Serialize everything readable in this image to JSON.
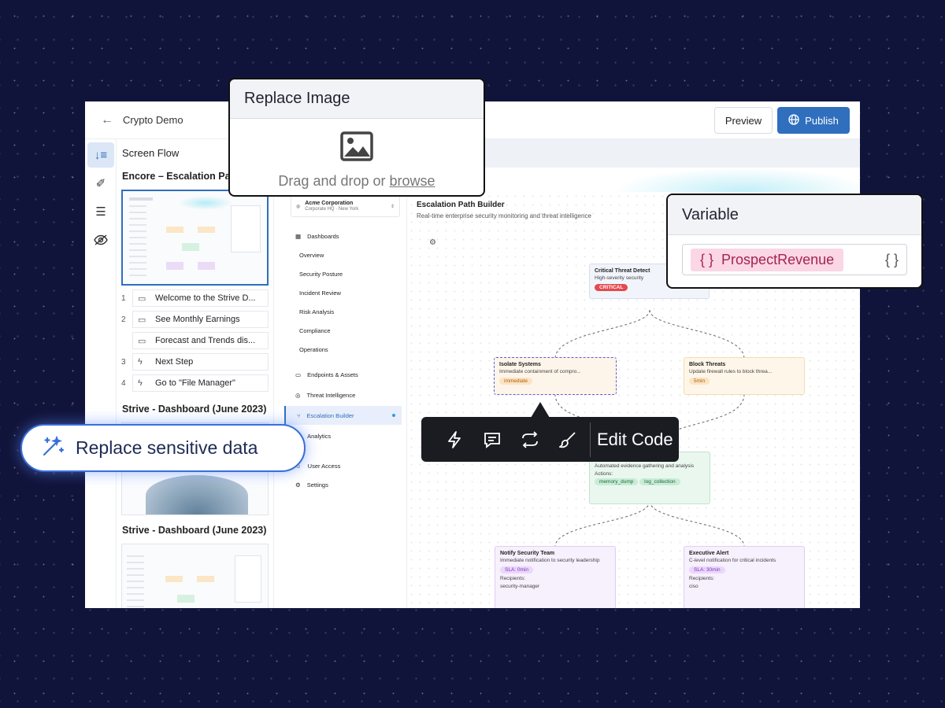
{
  "header": {
    "project_name": "Crypto Demo",
    "preview_label": "Preview",
    "publish_label": "Publish"
  },
  "screen_flow": {
    "title": "Screen Flow",
    "section1_title": "Encore – Escalation Path",
    "steps": [
      {
        "number": "1",
        "icon": "message-icon",
        "label": "Welcome to the Strive D..."
      },
      {
        "number": "2",
        "icon": "message-icon",
        "label": "See Monthly Earnings"
      },
      {
        "number": "",
        "icon": "message-icon",
        "label": "Forecast and Trends dis..."
      },
      {
        "number": "3",
        "icon": "bolt-icon",
        "label": "Next Step"
      },
      {
        "number": "4",
        "icon": "bolt-icon",
        "label": "Go to \"File Manager\""
      }
    ],
    "section2_title": "Strive - Dashboard (June 2023)",
    "section3_title": "Strive - Dashboard (June 2023)"
  },
  "app_nav": {
    "org_name": "Acme Corporation",
    "org_location": "Corporate HQ · New York",
    "items": [
      {
        "label": "Dashboards",
        "sub": false
      },
      {
        "label": "Overview",
        "sub": true
      },
      {
        "label": "Security Posture",
        "sub": true
      },
      {
        "label": "Incident Review",
        "sub": true
      },
      {
        "label": "Risk Analysis",
        "sub": true
      },
      {
        "label": "Compliance",
        "sub": true
      },
      {
        "label": "Operations",
        "sub": true
      },
      {
        "label": "Endpoints & Assets",
        "sub": false
      },
      {
        "label": "Threat Intelligence",
        "sub": false
      },
      {
        "label": "Escalation Builder",
        "sub": false
      },
      {
        "label": "Analytics",
        "sub": false
      },
      {
        "label": "User Access",
        "sub": false
      },
      {
        "label": "Settings",
        "sub": false
      }
    ]
  },
  "canvas": {
    "title": "Escalation Path Builder",
    "subtitle": "Real-time enterprise security monitoring and threat intelligence",
    "nodes": {
      "critical": {
        "title": "Critical Threat Detect",
        "desc": "High-severity security",
        "tag": "CRITICAL"
      },
      "isolate": {
        "title": "Isolate Systems",
        "desc": "Immediate containment of compro...",
        "tag": "immediate"
      },
      "block": {
        "title": "Block Threats",
        "desc": "Update firewall rules to block threa...",
        "tag": "5min"
      },
      "evidence": {
        "title": "Collect Evidence",
        "desc": "Automated evidence gathering and analysis",
        "actions_label": "Actions:",
        "action1": "memory_dump",
        "action2": "log_collection"
      },
      "notify": {
        "title": "Notify Security Team",
        "desc": "Immediate notification to security leadership",
        "tag": "SLA: 0min",
        "recipients_label": "Recipients:",
        "recipient": "security-manager"
      },
      "exec": {
        "title": "Executive Alert",
        "desc": "C-level notification for critical incidents",
        "tag": "SLA: 30min",
        "recipients_label": "Recipients:",
        "recipient": "ciso"
      }
    }
  },
  "replace_image_popup": {
    "title": "Replace Image",
    "prompt": "Drag and drop or",
    "link": "browse"
  },
  "variable_popup": {
    "title": "Variable",
    "name": "ProspectRevenue"
  },
  "toolbar": {
    "edit_code_label": "Edit Code"
  },
  "replace_pill": {
    "label": "Replace sensitive data"
  },
  "colors": {
    "accent": "#2f6fbd",
    "background": "#11143a",
    "critical": "#e5484d"
  }
}
